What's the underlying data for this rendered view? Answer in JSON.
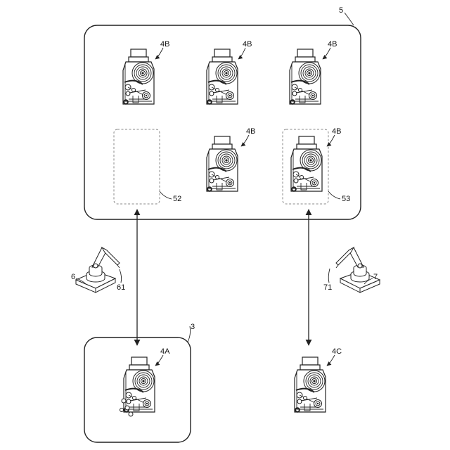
{
  "labels": {
    "station_5": "5",
    "station_3": "3",
    "unit_4b": "4B",
    "unit_4a": "4A",
    "unit_4c": "4C",
    "slot_52": "52",
    "slot_53": "53",
    "robot_6": "6",
    "robot_6_arm": "61",
    "robot_7": "7",
    "robot_7_arm": "71"
  },
  "icons": {
    "unit": "tape-cartridge-unit-icon",
    "robot": "robot-arm-icon"
  }
}
